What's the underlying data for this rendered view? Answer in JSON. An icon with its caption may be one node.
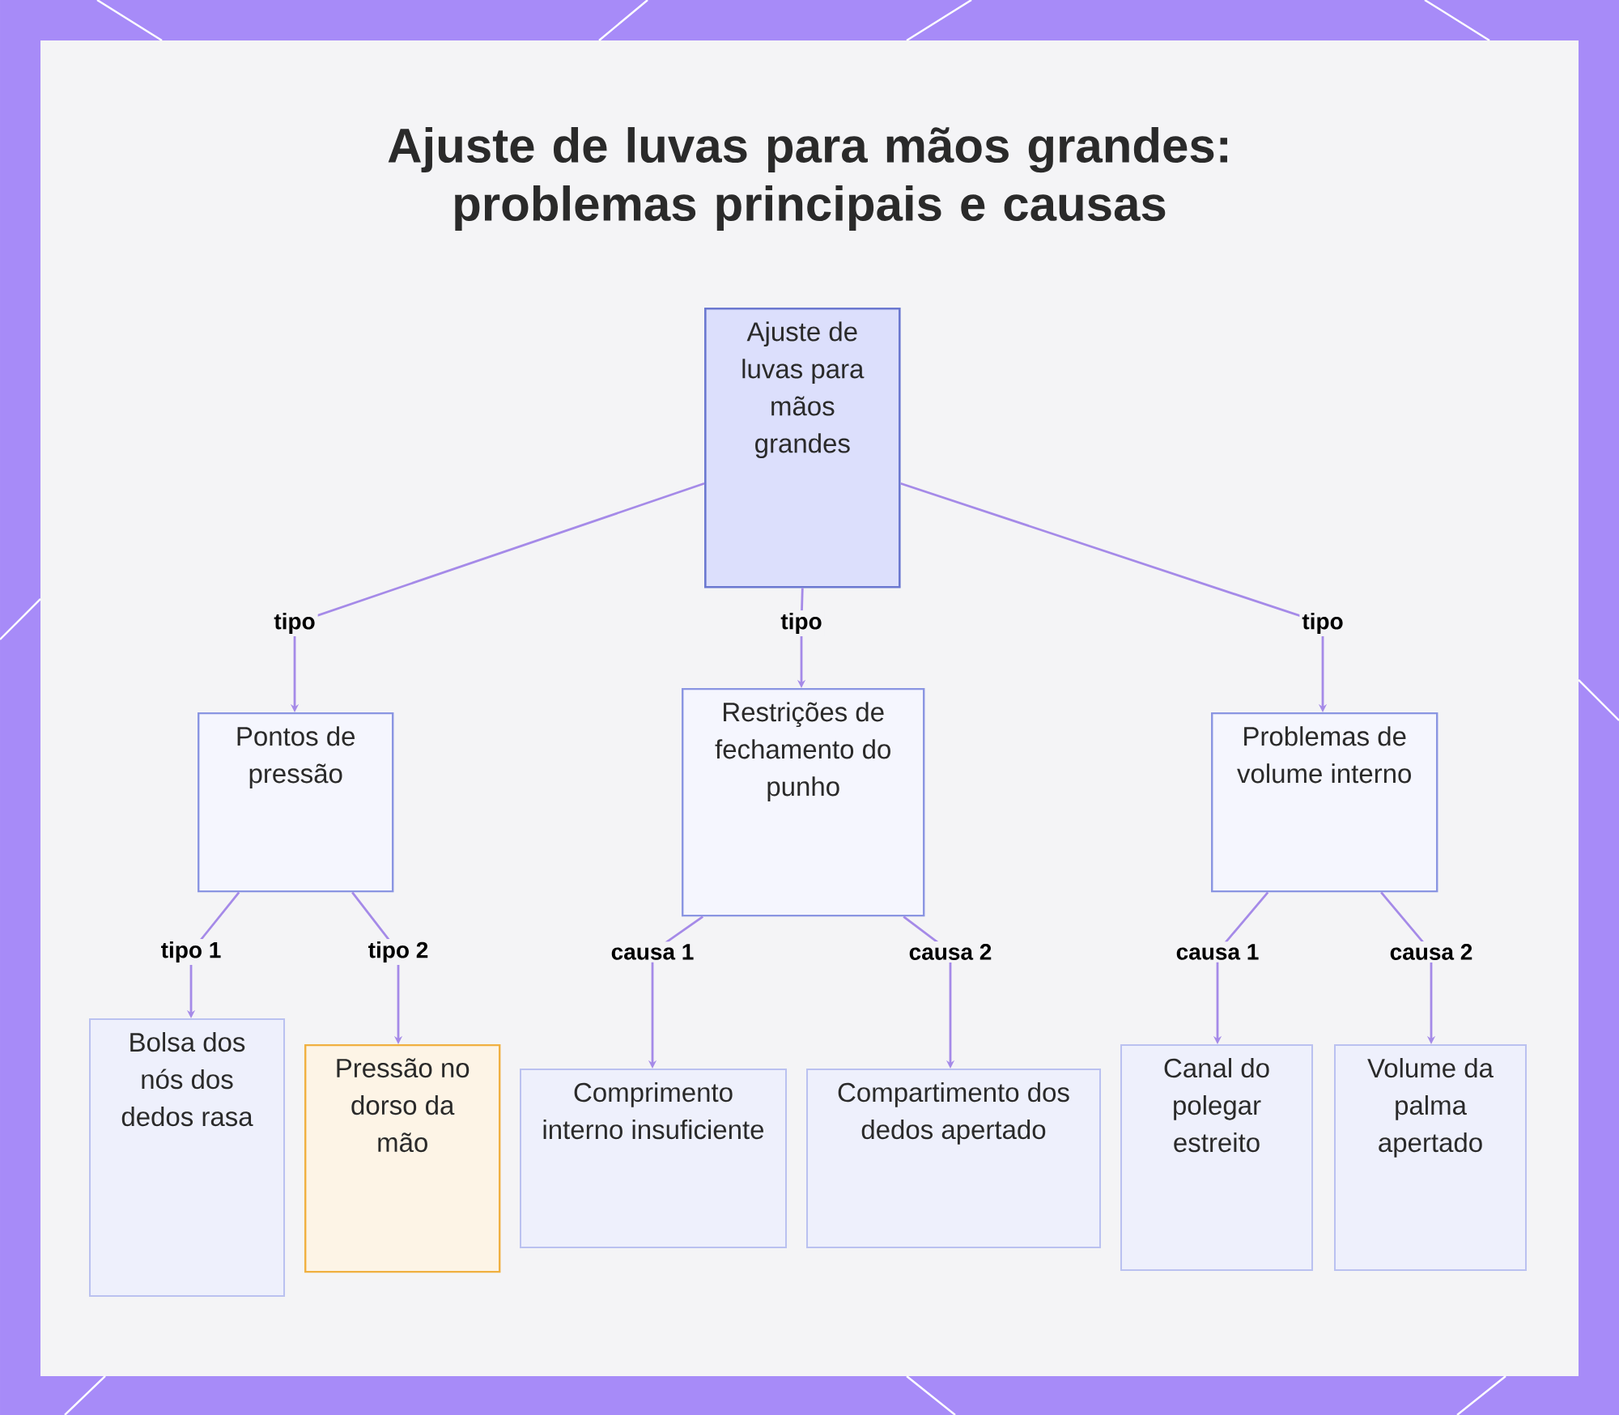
{
  "diagram": {
    "title": "Ajuste de luvas para mãos grandes: problemas principais e causas",
    "nodes": [
      {
        "text": [
          "Ajuste de luvas para mãos grandes"
        ]
      },
      {
        "text": [
          "Pontos de pressão"
        ]
      },
      {
        "text": [
          "Restrições de fechamento do punho"
        ]
      },
      {
        "text": [
          "Problemas de volume interno"
        ]
      },
      {
        "text": [
          "Bolsa dos nós dos dedos rasa"
        ]
      },
      {
        "text": [
          "Pressão no dorso da mão"
        ]
      },
      {
        "text": [
          "Comprimento interno insuficiente"
        ]
      },
      {
        "text": [
          "Compartimento dos dedos apertado"
        ]
      },
      {
        "text": [
          "Canal do polegar estreito"
        ]
      },
      {
        "text": [
          "Volume da palma apertado"
        ]
      }
    ],
    "edges": [
      {
        "from": 0,
        "to": 1,
        "arrow": "to",
        "label": "tipo"
      },
      {
        "from": 0,
        "to": 2,
        "arrow": "to",
        "label": "tipo"
      },
      {
        "from": 0,
        "to": 3,
        "arrow": "to",
        "label": "tipo"
      },
      {
        "from": 1,
        "to": 4,
        "arrow": "to",
        "label": "tipo 1"
      },
      {
        "from": 1,
        "to": 5,
        "arrow": "to",
        "label": "tipo 2"
      },
      {
        "from": 2,
        "to": 6,
        "arrow": "to",
        "label": "causa 1"
      },
      {
        "from": 2,
        "to": 7,
        "arrow": "to",
        "label": "causa 2"
      },
      {
        "from": 3,
        "to": 8,
        "arrow": "to",
        "label": "causa 1"
      },
      {
        "from": 3,
        "to": 9,
        "arrow": "to",
        "label": "causa 2"
      }
    ]
  }
}
